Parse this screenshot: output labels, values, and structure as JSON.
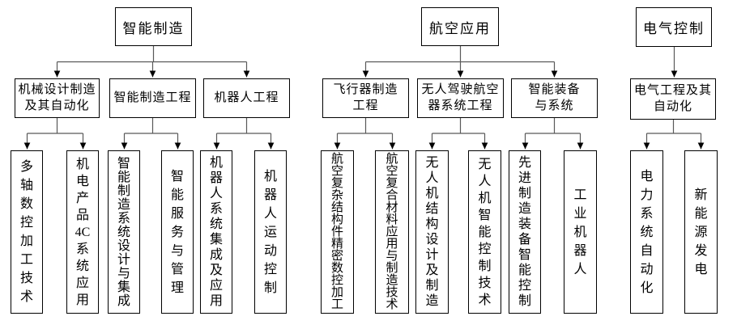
{
  "diagram": {
    "colors": {
      "background": "#ffffff",
      "box_border": "#000000",
      "text": "#000000",
      "line": "#595959",
      "arrow": "#000000"
    },
    "trees": [
      {
        "root": {
          "label": "智能制造"
        },
        "majors": [
          {
            "label": "机械设计制造\n及其自动化",
            "courses": [
              "多轴数控加工技术",
              "机电产品4C系统应用"
            ]
          },
          {
            "label": "智能制造工程",
            "courses": [
              "智能制造系统设计与集成",
              "智能服务与管理"
            ]
          },
          {
            "label": "机器人工程",
            "courses": [
              "机器人系统集成及应用",
              "机器人运动控制"
            ]
          }
        ]
      },
      {
        "root": {
          "label": "航空应用"
        },
        "majors": [
          {
            "label": "飞行器制造\n工程",
            "courses": [
              "航空复杂结构件精密数控加工",
              "航空复合材料应用与制造技术"
            ]
          },
          {
            "label": "无人驾驶航空\n器系统工程",
            "courses": [
              "无人机结构设计及制造",
              "无人机智能控制技术"
            ]
          },
          {
            "label": "智能装备\n与系统",
            "courses": [
              "先进制造装备智能控制",
              "工业机器人"
            ]
          }
        ]
      },
      {
        "root": {
          "label": "电气控制"
        },
        "majors": [
          {
            "label": "电气工程及其\n自动化",
            "courses": [
              "电力系统自动化",
              "新能源发电"
            ]
          }
        ]
      }
    ]
  }
}
